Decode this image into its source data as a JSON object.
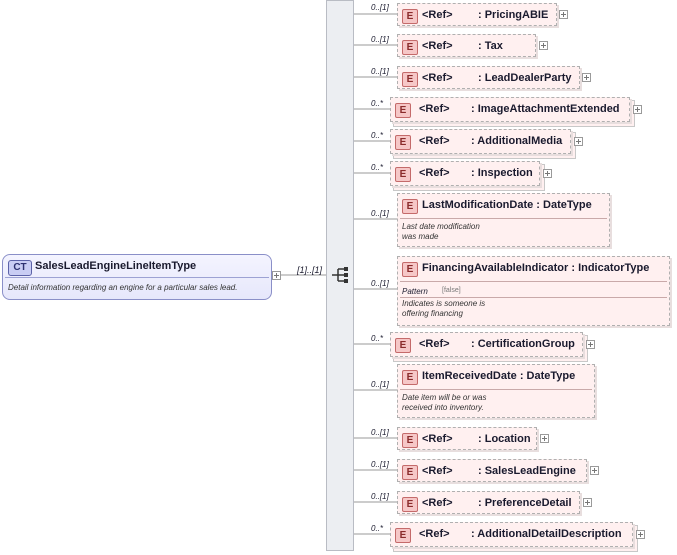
{
  "complex_type": {
    "badge": "CT",
    "name": "SalesLeadEngineLineItemType",
    "doc": "Detail information regarding an engine for a particular sales lead.",
    "multiplicity": "[1]..[1]"
  },
  "elements": [
    {
      "badge": "E",
      "ref": "<Ref>",
      "name": ": PricingABIE",
      "mult": "0..[1]"
    },
    {
      "badge": "E",
      "ref": "<Ref>",
      "name": ": Tax",
      "mult": "0..[1]"
    },
    {
      "badge": "E",
      "ref": "<Ref>",
      "name": ": LeadDealerParty",
      "mult": "0..[1]"
    },
    {
      "badge": "E",
      "ref": "<Ref>",
      "name": ": ImageAttachmentExtended",
      "mult": "0..*"
    },
    {
      "badge": "E",
      "ref": "<Ref>",
      "name": ": AdditionalMedia",
      "mult": "0..*"
    },
    {
      "badge": "E",
      "ref": "<Ref>",
      "name": ": Inspection",
      "mult": "0..*"
    },
    {
      "badge": "E",
      "title": "LastModificationDate : DateType",
      "doc": [
        "Last date modification",
        "was made"
      ],
      "mult": "0..[1]"
    },
    {
      "badge": "E",
      "title": "FinancingAvailableIndicator : IndicatorType",
      "pattern_label": "Pattern",
      "pattern_value": "[false]",
      "doc": [
        "Indicates is someone is",
        "offering financing"
      ],
      "mult": "0..[1]"
    },
    {
      "badge": "E",
      "ref": "<Ref>",
      "name": ": CertificationGroup",
      "mult": "0..*"
    },
    {
      "badge": "E",
      "title": "ItemReceivedDate : DateType",
      "doc": [
        "Date item will be or was",
        "received into inventory."
      ],
      "mult": "0..[1]"
    },
    {
      "badge": "E",
      "ref": "<Ref>",
      "name": ": Location",
      "mult": "0..[1]"
    },
    {
      "badge": "E",
      "ref": "<Ref>",
      "name": ": SalesLeadEngine",
      "mult": "0..[1]"
    },
    {
      "badge": "E",
      "ref": "<Ref>",
      "name": ": PreferenceDetail",
      "mult": "0..[1]"
    },
    {
      "badge": "E",
      "ref": "<Ref>",
      "name": ": AdditionalDetailDescription",
      "mult": "0..*"
    }
  ]
}
